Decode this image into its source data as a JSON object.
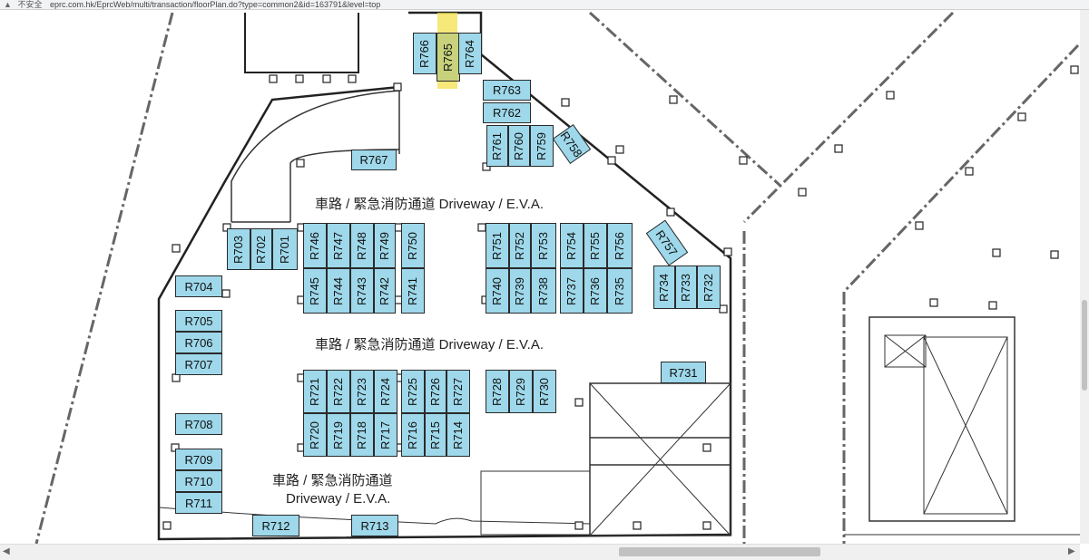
{
  "browser": {
    "security_text": "不安全",
    "url": "eprc.com.hk/EprcWeb/multi/transaction/floorPlan.do?type=common2&id=163791&level=top"
  },
  "plan": {
    "driveway_label": "車路 / 緊急消防通道 Driveway / E.V.A.",
    "driveway_label_cn": "車路 / 緊急消防通道",
    "driveway_label_en": "Driveway / E.V.A.",
    "highlighted_unit": "R765",
    "units": [
      "R701",
      "R702",
      "R703",
      "R704",
      "R705",
      "R706",
      "R707",
      "R708",
      "R709",
      "R710",
      "R711",
      "R712",
      "R713",
      "R714",
      "R715",
      "R716",
      "R717",
      "R718",
      "R719",
      "R720",
      "R721",
      "R722",
      "R723",
      "R724",
      "R725",
      "R726",
      "R727",
      "R728",
      "R729",
      "R730",
      "R731",
      "R732",
      "R733",
      "R734",
      "R735",
      "R736",
      "R737",
      "R738",
      "R739",
      "R740",
      "R741",
      "R742",
      "R743",
      "R744",
      "R745",
      "R746",
      "R747",
      "R748",
      "R749",
      "R750",
      "R751",
      "R752",
      "R753",
      "R754",
      "R755",
      "R756",
      "R757",
      "R758",
      "R759",
      "R760",
      "R761",
      "R762",
      "R763",
      "R764",
      "R765",
      "R766",
      "R767"
    ]
  }
}
